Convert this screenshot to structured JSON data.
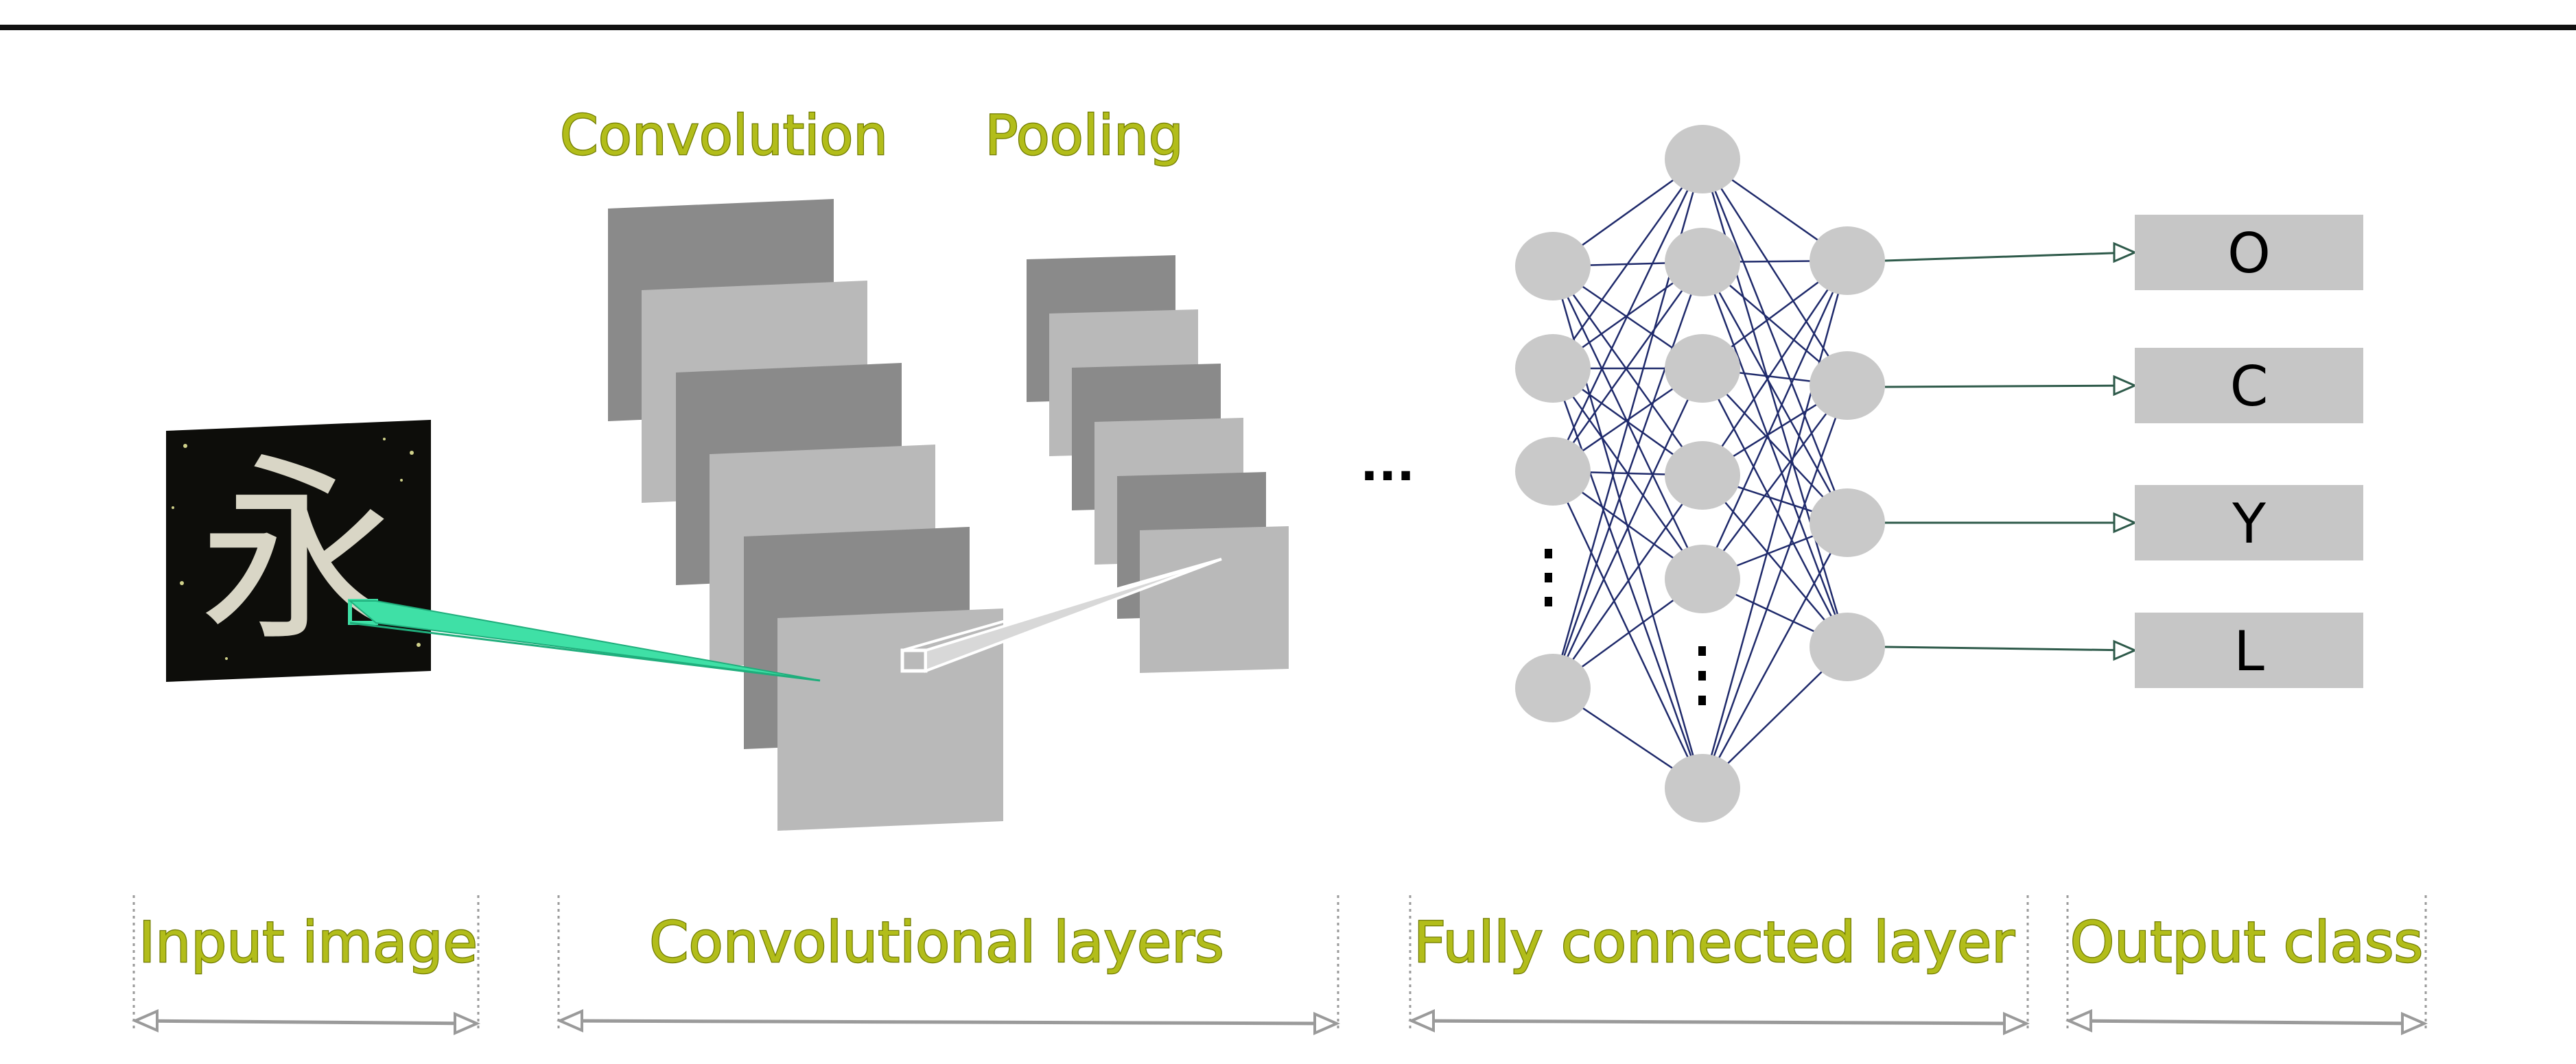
{
  "headers": {
    "convolution": "Convolution",
    "pooling": "Pooling"
  },
  "ellipsis": "...",
  "input_glyph": "永",
  "outputs": [
    "O",
    "C",
    "Y",
    "L"
  ],
  "sections": {
    "input_image": "Input image",
    "convolutional_layers": "Convolutional layers",
    "fully_connected_layer": "Fully connected layer",
    "output_class": "Output class"
  },
  "colors": {
    "label_fill": "#b2bd1a",
    "label_stroke": "#6f7a00",
    "dark_map": "#8a8a8a",
    "light_map": "#b9b9b9",
    "neuron": "#c9c9c9",
    "edge": "#1f2a6b",
    "kernel": "#3fe0a6",
    "output_box": "#c6c6c6",
    "output_arrow": "#2e5a4a",
    "bracket": "#9a9a9a"
  }
}
